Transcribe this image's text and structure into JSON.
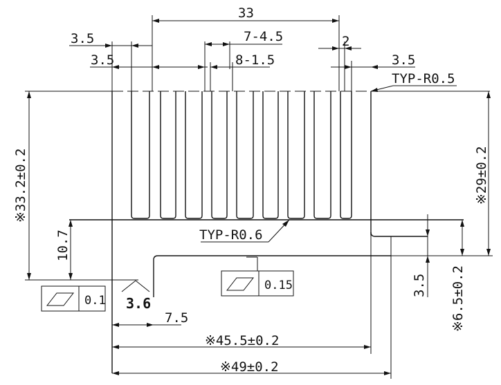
{
  "drawing": {
    "dims": {
      "top_overall": "33",
      "left_outer_3_5": "3.5",
      "left_inner_3_5": "3.5",
      "fin_thickness": "7-4.5",
      "fin_gap": "8-1.5",
      "right_gap": "2",
      "right_3_5": "3.5",
      "typ_r_top": "TYP-R0.5",
      "typ_r_mid": "TYP-R0.6",
      "height_left": "※33.2±0.2",
      "height_right": "※29±0.2",
      "base_10_7": "10.7",
      "step_3_6": "3.6",
      "step_7_5": "7.5",
      "width_45_5": "※45.5±0.2",
      "width_49": "※49±0.2",
      "right_3_5_vertical": "3.5",
      "right_6_5": "※6.5±0.2"
    },
    "tolerances": {
      "flatness_left": "0.1",
      "flatness_center": "0.15"
    }
  }
}
